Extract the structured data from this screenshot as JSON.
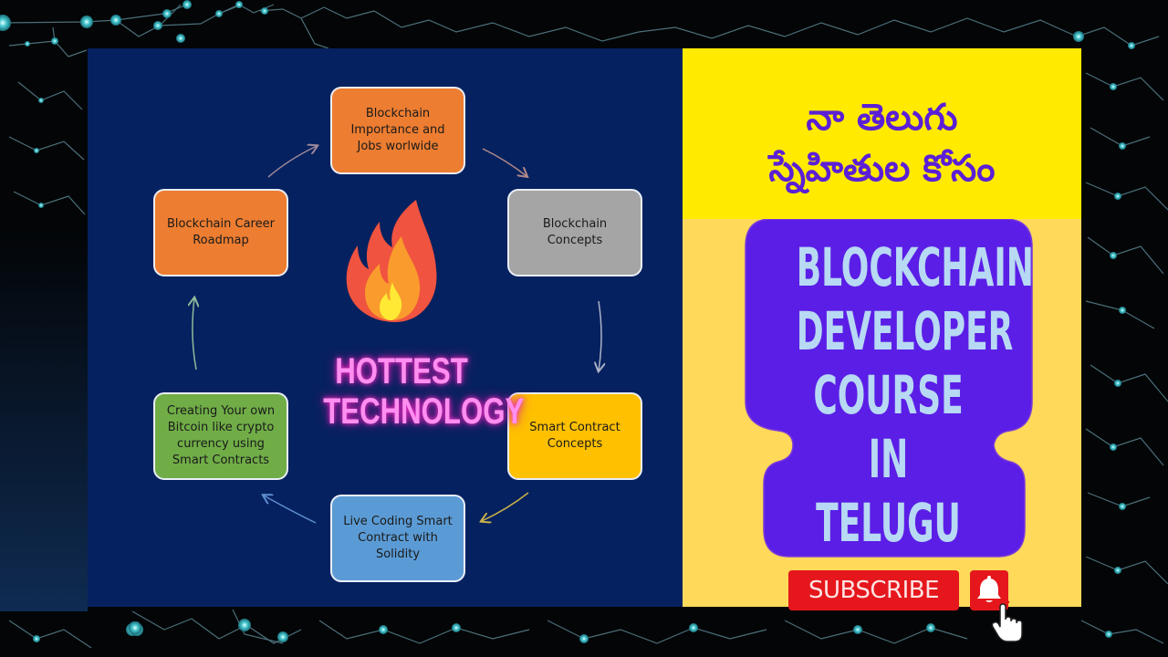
{
  "diagram": {
    "center_title_line1": "HOTTEST",
    "center_title_line2": "TECHNOLOGY",
    "icon": "fire-icon",
    "steps": [
      {
        "label": "Blockchain Importance and Jobs worlwide",
        "color": "#ed7d31"
      },
      {
        "label": "Blockchain Concepts",
        "color": "#a5a5a5"
      },
      {
        "label": "Smart Contract Concepts",
        "color": "#ffc000"
      },
      {
        "label": "Live Coding Smart Contract with Solidity",
        "color": "#5b9bd5"
      },
      {
        "label": "Creating Your own Bitcoin like crypto currency using Smart Contracts",
        "color": "#70ad47"
      },
      {
        "label": "Blockchain Career Roadmap",
        "color": "#ed7d31"
      }
    ]
  },
  "promo": {
    "telugu_line1": "నా తెలుగు",
    "telugu_line2": "స్నేహితుల కోసం",
    "course_line1": "BLOCKCHAIN",
    "course_line2": "DEVELOPER",
    "course_line3": "COURSE",
    "course_line4": "IN",
    "course_line5": "TELUGU",
    "subscribe_label": "SUBSCRIBE",
    "bell_icon": "bell-icon",
    "cursor_icon": "hand-pointer-icon"
  },
  "colors": {
    "panel_navy": "#06215f",
    "yellow_top": "#ffea00",
    "yellow_bottom": "#ffd95a",
    "purple": "#5b1fd6",
    "subscribe_red": "#e5171c",
    "neon_pink": "#ff8ef0"
  }
}
